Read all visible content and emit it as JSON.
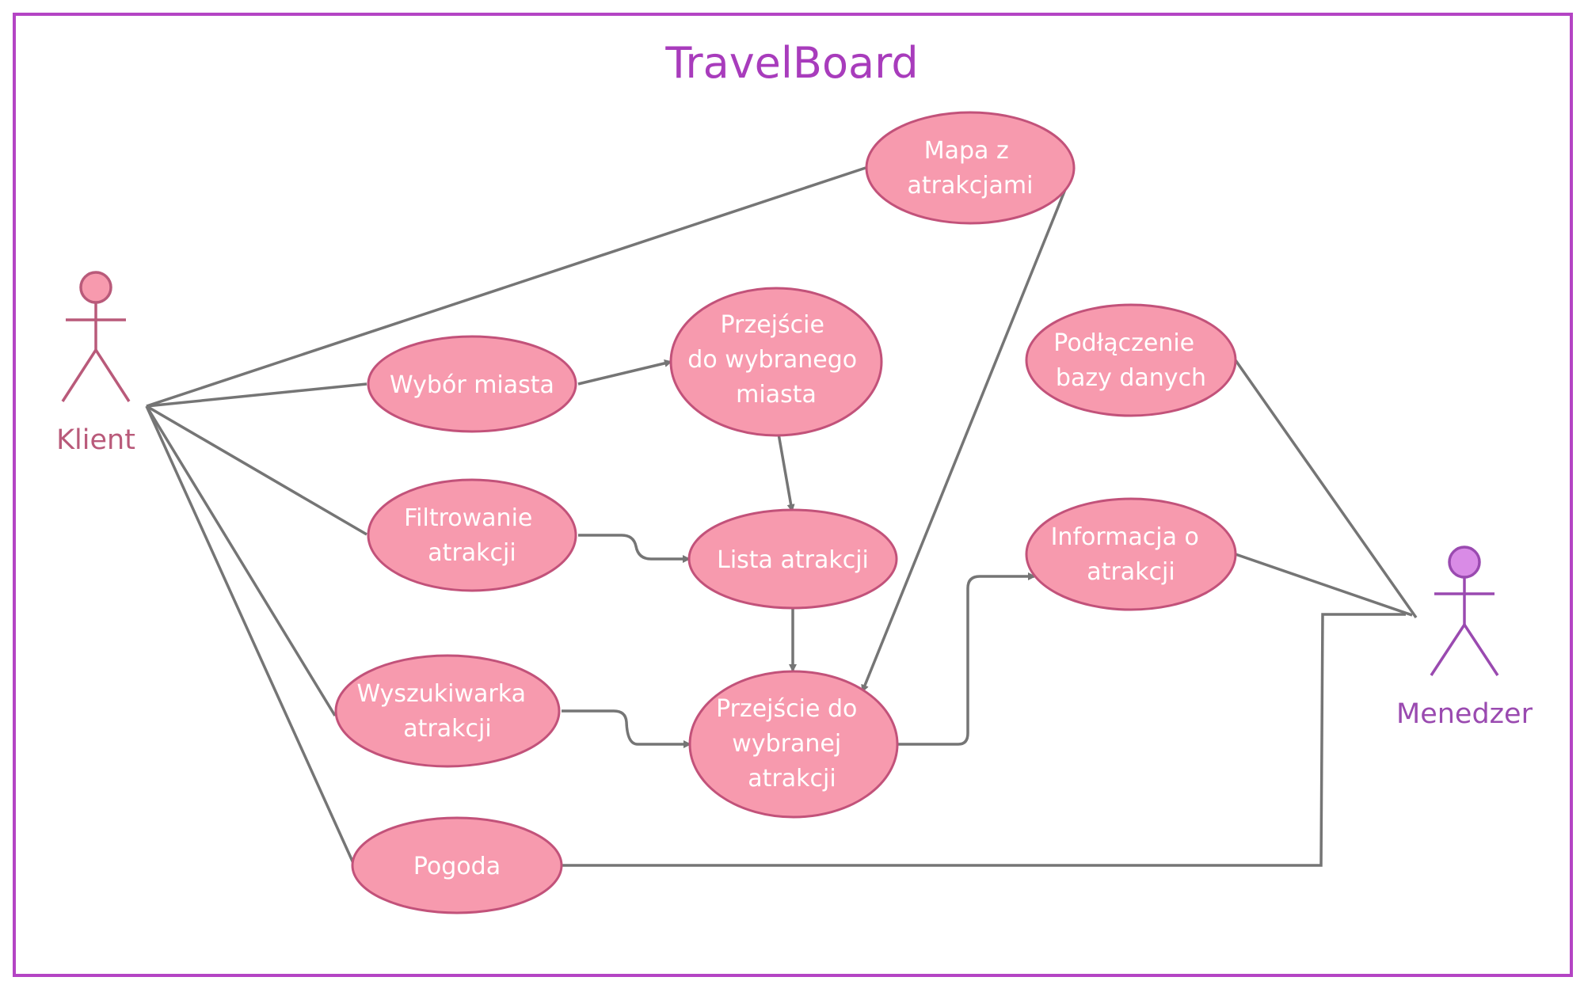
{
  "title": "TravelBoard",
  "colors": {
    "frame": "#b444c4",
    "title": "#a83cbc",
    "usecase_fill": "#f79aae",
    "usecase_stroke": "#c2527a",
    "connector": "#757575",
    "actor_klient": "#b95a7a",
    "actor_klient_fill": "#f79aae",
    "actor_menedzer": "#9a4ab0",
    "actor_menedzer_fill": "#d98be6"
  },
  "actors": {
    "klient": {
      "label": "Klient",
      "icon": "stick-figure-icon"
    },
    "menedzer": {
      "label": "Menedzer",
      "icon": "stick-figure-icon"
    }
  },
  "use_cases": {
    "mapa": {
      "lines": [
        "Mapa z",
        "atrakcjami"
      ]
    },
    "wybor": {
      "lines": [
        "Wybór miasta"
      ]
    },
    "przejscie_miasta": {
      "lines": [
        "Przejście",
        "do wybranego",
        "miasta"
      ]
    },
    "filtrowanie": {
      "lines": [
        "Filtrowanie",
        "atrakcji"
      ]
    },
    "lista": {
      "lines": [
        "Lista atrakcji"
      ]
    },
    "wyszukiwarka": {
      "lines": [
        "Wyszukiwarka",
        "atrakcji"
      ]
    },
    "przejscie_atrakcji": {
      "lines": [
        "Przejście do",
        "wybranej",
        "atrakcji"
      ]
    },
    "pogoda": {
      "lines": [
        "Pogoda"
      ]
    },
    "baza": {
      "lines": [
        "Podłączenie",
        "bazy danych"
      ]
    },
    "informacja": {
      "lines": [
        "Informacja o",
        "atrakcji"
      ]
    }
  },
  "connections": [
    {
      "from": "klient",
      "to": "mapa",
      "type": "association"
    },
    {
      "from": "klient",
      "to": "wybor",
      "type": "association"
    },
    {
      "from": "klient",
      "to": "filtrowanie",
      "type": "association"
    },
    {
      "from": "klient",
      "to": "wyszukiwarka",
      "type": "association"
    },
    {
      "from": "klient",
      "to": "pogoda",
      "type": "association"
    },
    {
      "from": "wybor",
      "to": "przejscie_miasta",
      "type": "arrow"
    },
    {
      "from": "przejscie_miasta",
      "to": "lista",
      "type": "arrow"
    },
    {
      "from": "filtrowanie",
      "to": "lista",
      "type": "arrow"
    },
    {
      "from": "lista",
      "to": "przejscie_atrakcji",
      "type": "arrow"
    },
    {
      "from": "wyszukiwarka",
      "to": "przejscie_atrakcji",
      "type": "arrow"
    },
    {
      "from": "mapa",
      "to": "przejscie_atrakcji",
      "type": "arrow"
    },
    {
      "from": "przejscie_atrakcji",
      "to": "informacja",
      "type": "arrow"
    },
    {
      "from": "baza",
      "to": "menedzer",
      "type": "association"
    },
    {
      "from": "informacja",
      "to": "menedzer",
      "type": "association"
    },
    {
      "from": "pogoda",
      "to": "menedzer",
      "type": "association"
    }
  ]
}
